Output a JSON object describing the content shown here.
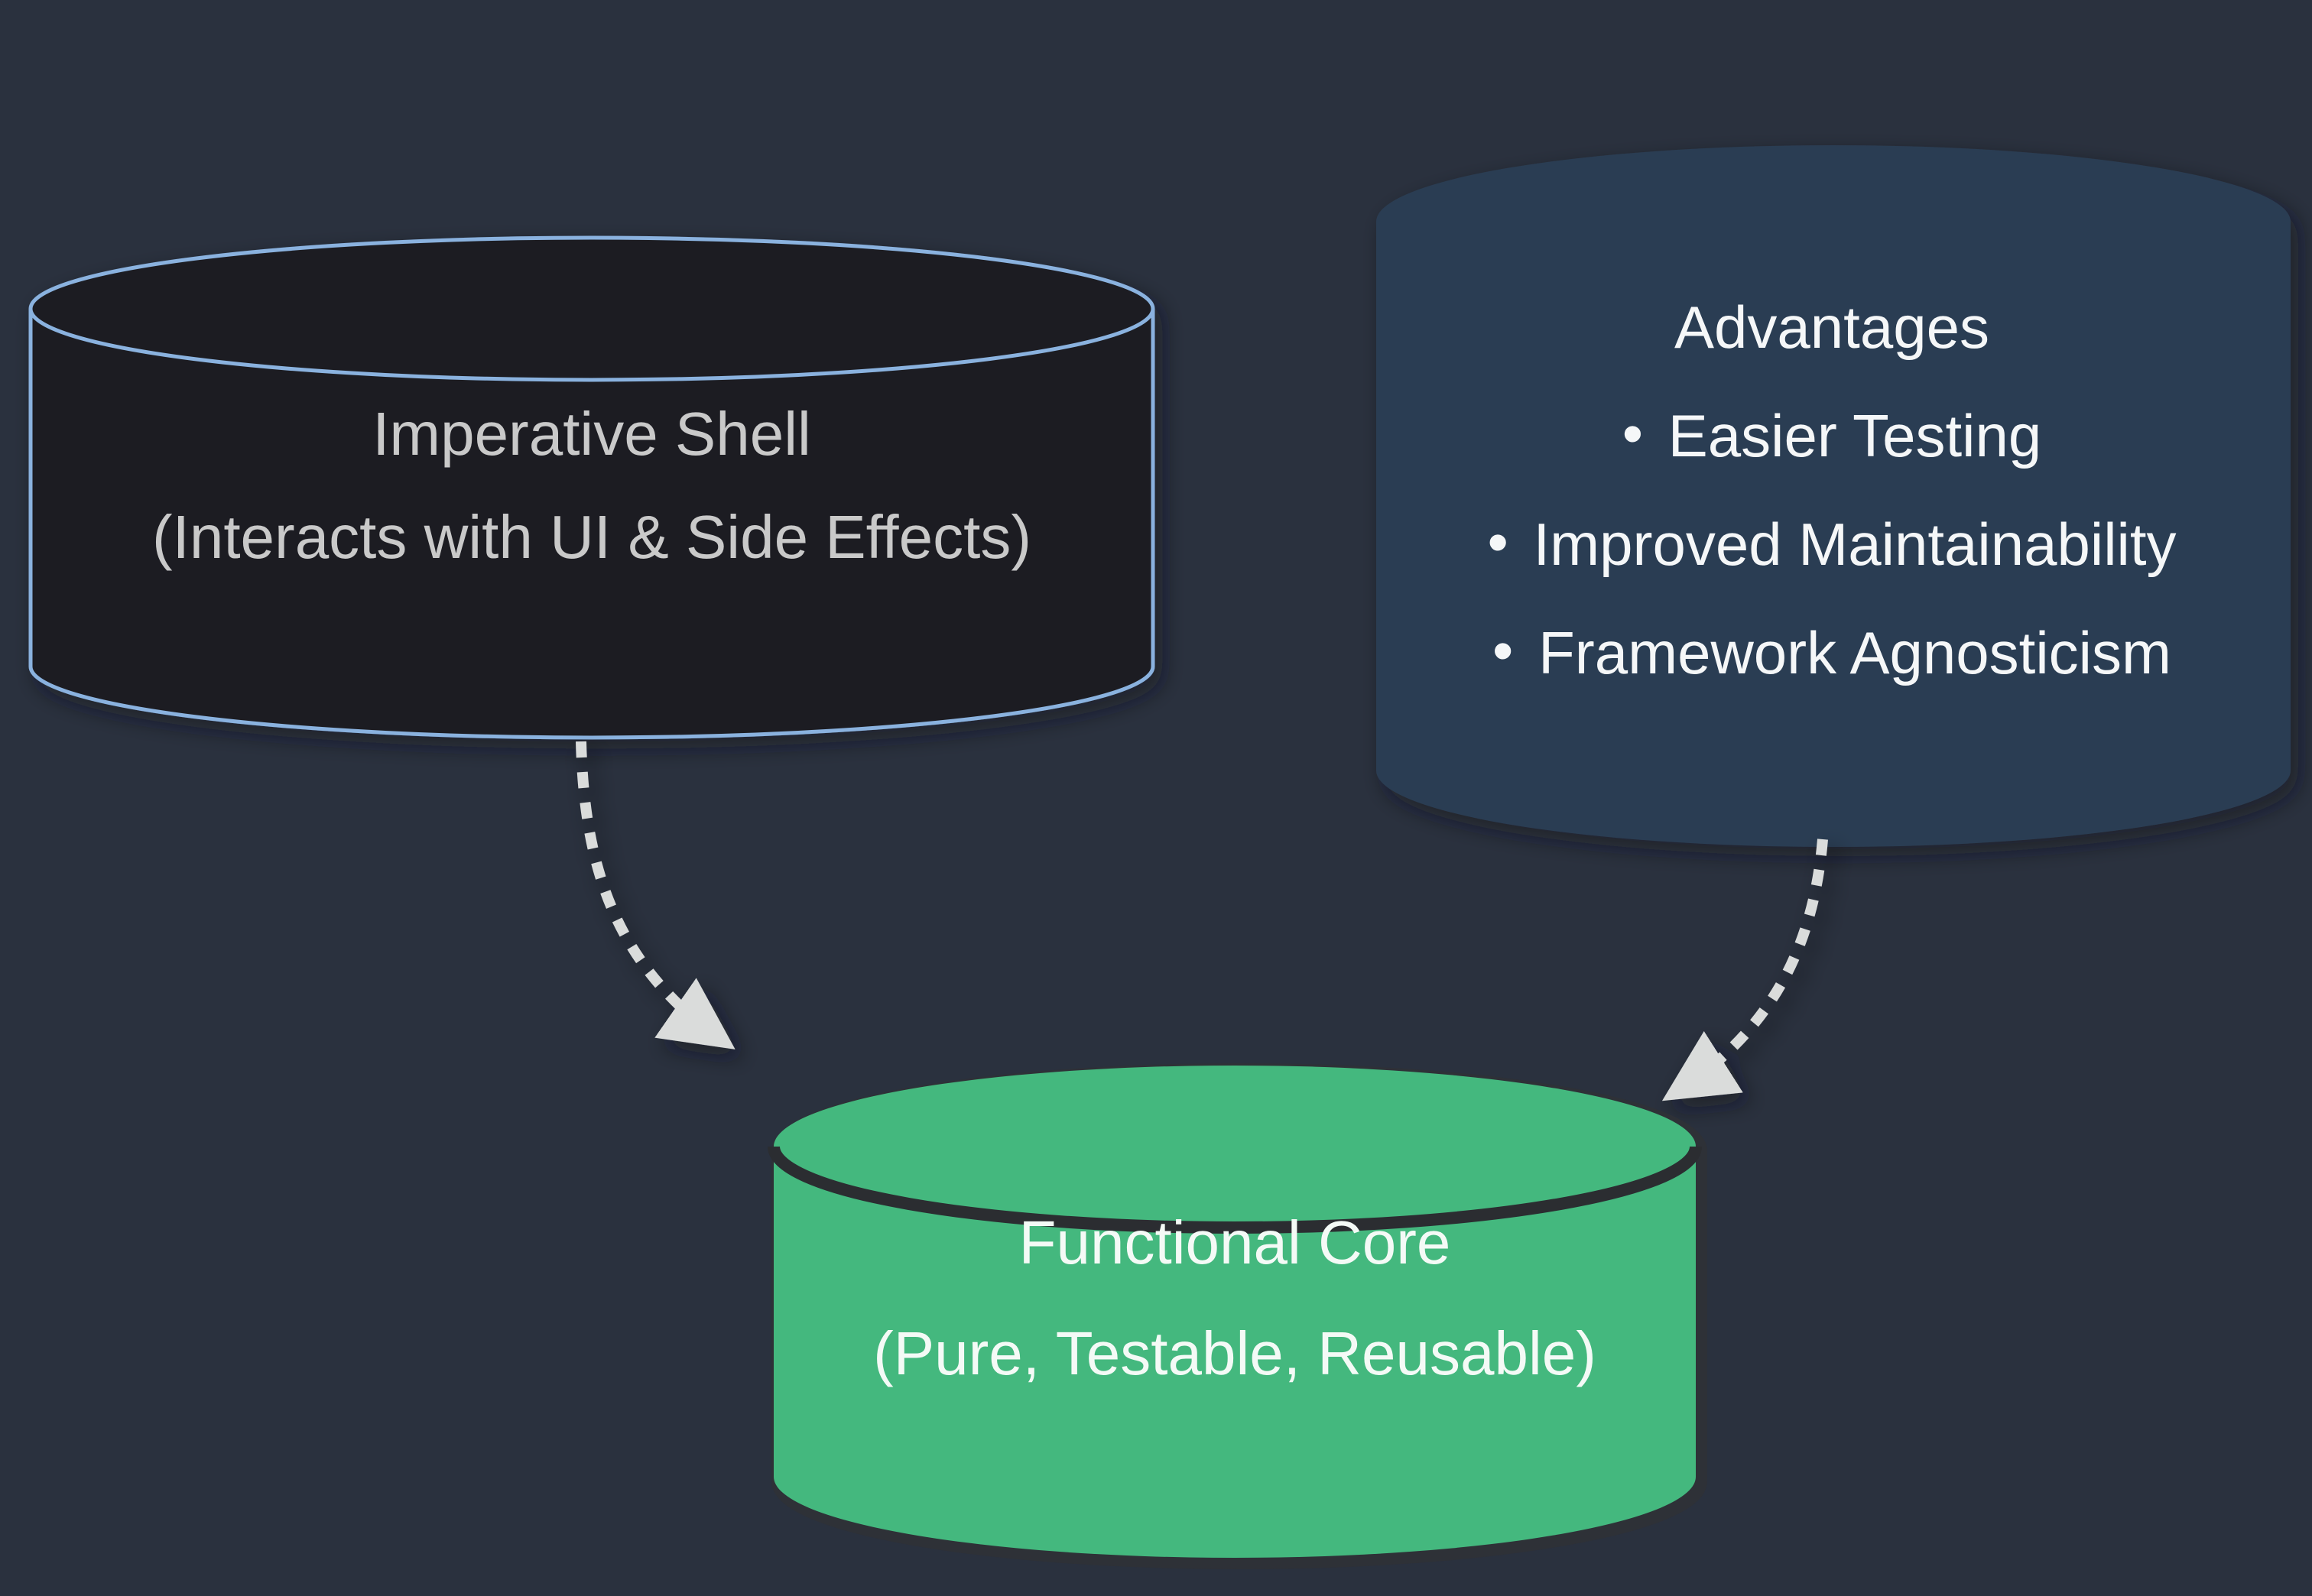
{
  "canvas": {
    "background": "#2a313e"
  },
  "left_cylinder": {
    "title": "Imperative Shell",
    "subtitle": "(Interacts with UI & Side Effects)",
    "fill": "#1e1f22",
    "stroke": "#8ab2df",
    "text_color": "#c9c9c9"
  },
  "right_cylinder": {
    "title": "Advantages",
    "bullet_char": "•",
    "items": [
      "Easier Testing",
      "Improved Maintainability",
      "Framework Agnosticism"
    ],
    "fill": "#2c3d52",
    "text_color": "#f5f7f8"
  },
  "core_cylinder": {
    "title": "Functional Core",
    "subtitle": "(Pure, Testable, Reusable)",
    "fill": "#44b87e",
    "outline": "#2e3137",
    "rim_stroke": "#2b2d31",
    "text_color": "#f4faf6"
  },
  "arrows": {
    "color": "#dadcdb"
  }
}
